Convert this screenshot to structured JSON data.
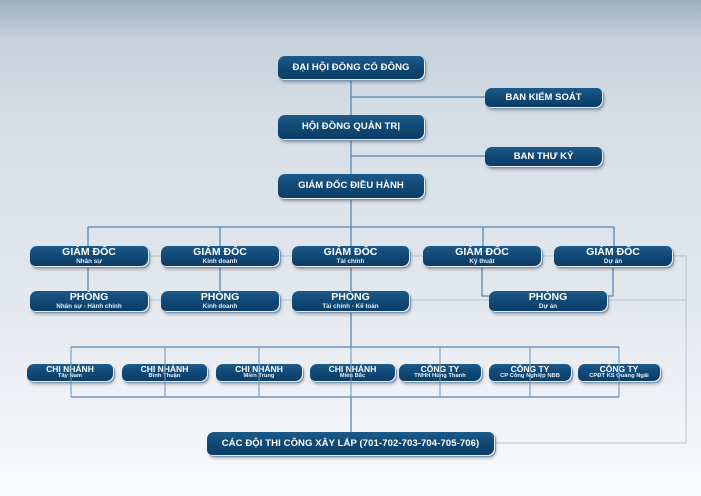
{
  "colors": {
    "node_fill": "#114a77",
    "node_text": "#ffffff",
    "connector": "#5a85b0",
    "faint_connector": "#b7c3cf"
  },
  "nodes": {
    "dhdcd": {
      "title": "ĐẠI HỘI ĐỒNG CỔ ĐÔNG"
    },
    "bks": {
      "title": "BAN KIỂM SOÁT"
    },
    "hdqt": {
      "title": "HỘI ĐỒNG QUẢN TRỊ"
    },
    "btk": {
      "title": "BAN THƯ KÝ"
    },
    "gddh": {
      "title": "GIÁM ĐỐC ĐIỀU HÀNH"
    },
    "directors": [
      {
        "title": "GIÁM ĐỐC",
        "subtitle": "Nhân sự"
      },
      {
        "title": "GIÁM ĐỐC",
        "subtitle": "Kinh doanh"
      },
      {
        "title": "GIÁM ĐỐC",
        "subtitle": "Tài chính"
      },
      {
        "title": "GIÁM ĐỐC",
        "subtitle": "Kỹ thuật"
      },
      {
        "title": "GIÁM ĐỐC",
        "subtitle": "Dự án"
      }
    ],
    "departments": [
      {
        "title": "PHÒNG",
        "subtitle": "Nhân sự - Hành chính"
      },
      {
        "title": "PHÒNG",
        "subtitle": "Kinh doanh"
      },
      {
        "title": "PHÒNG",
        "subtitle": "Tài chính - Kế toán"
      },
      {
        "title": "PHÒNG",
        "subtitle": "Dự án"
      }
    ],
    "branches": [
      {
        "title": "CHI NHÁNH",
        "subtitle": "Tây Nam"
      },
      {
        "title": "CHI NHÁNH",
        "subtitle": "Bình Thuận"
      },
      {
        "title": "CHI NHÁNH",
        "subtitle": "Miền Trung"
      },
      {
        "title": "CHI NHÁNH",
        "subtitle": "Miền Bắc"
      }
    ],
    "companies": [
      {
        "title": "CÔNG TY",
        "subtitle": "TNHH Hùng Thanh"
      },
      {
        "title": "CÔNG TY",
        "subtitle": "CP Công Nghiệp NBB"
      },
      {
        "title": "CÔNG TY",
        "subtitle": "CPĐT KS Quảng Ngãi"
      }
    ],
    "teams": {
      "title": "CÁC ĐỘI THI CÔNG XÂY LẮP (701-702-703-704-705-706)"
    }
  }
}
